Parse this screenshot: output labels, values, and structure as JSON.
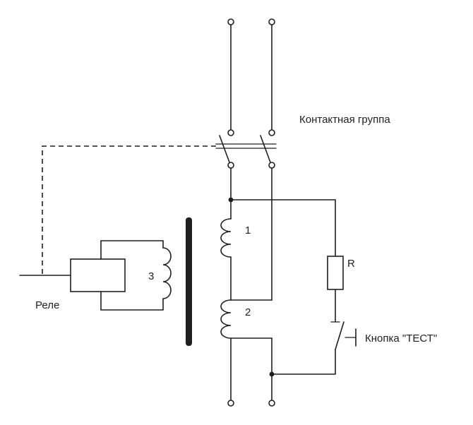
{
  "diagram": {
    "colors": {
      "ink": "#1f1f1f",
      "background": "#ffffff"
    },
    "labels": {
      "contact_group": "Контактная группа",
      "relay": "Реле",
      "primary_winding": "1",
      "secondary_winding": "2",
      "relay_winding": "3",
      "resistor": "R",
      "test_button": "Кнопка \"ТЕСТ\""
    }
  }
}
